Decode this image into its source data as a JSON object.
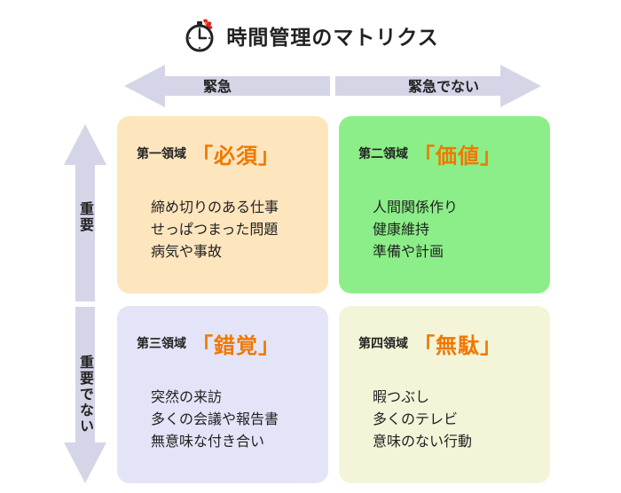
{
  "title": "時間管理のマトリクス",
  "icons": {
    "title_icon": "stopwatch-icon"
  },
  "colors": {
    "arrow": "#d5d5e8",
    "accent": "#f07800",
    "q1": "#fde5bd",
    "q2": "#8cee88",
    "q3": "#e4e4f8",
    "q4": "#f4f4d8"
  },
  "axes": {
    "horizontal": {
      "left": "緊急",
      "right": "緊急でない"
    },
    "vertical": {
      "top": "重要",
      "bottom": "重要でない"
    }
  },
  "quadrants": [
    {
      "label": "第一領域",
      "keyword": "「必須」",
      "items": [
        "締め切りのある仕事",
        "せっぱつまった問題",
        "病気や事故"
      ]
    },
    {
      "label": "第二領域",
      "keyword": "「価値」",
      "items": [
        "人間関係作り",
        "健康維持",
        "準備や計画"
      ]
    },
    {
      "label": "第三領域",
      "keyword": "「錯覚」",
      "items": [
        "突然の来訪",
        "多くの会議や報告書",
        "無意味な付き合い"
      ]
    },
    {
      "label": "第四領域",
      "keyword": "「無駄」",
      "items": [
        "暇つぶし",
        "多くのテレビ",
        "意味のない行動"
      ]
    }
  ]
}
